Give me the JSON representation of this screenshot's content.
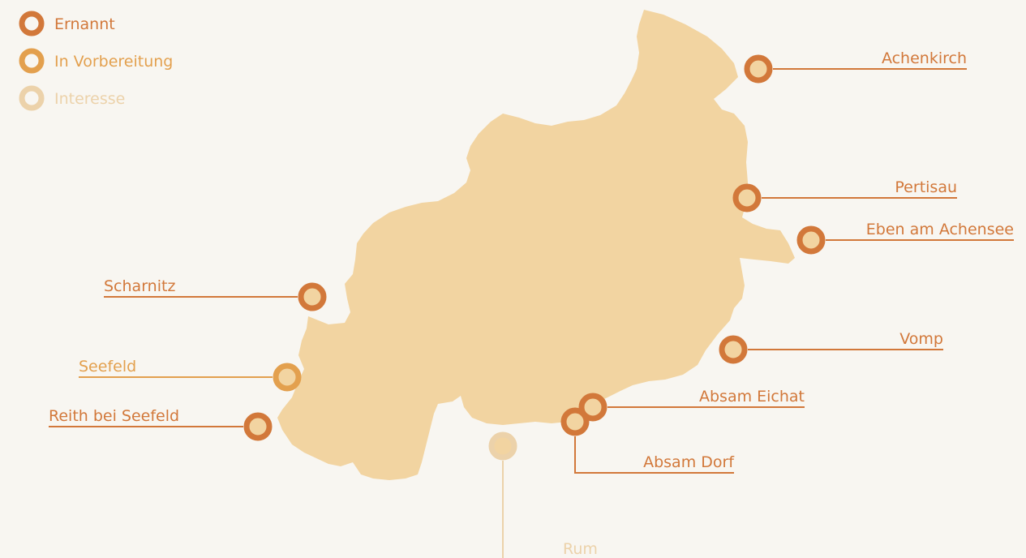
{
  "colors": {
    "background": "#f8f6f1",
    "region_fill": "#f2d4a1",
    "ernannt": "#d2783a",
    "in_vorbereitung": "#e3a04e",
    "interesse": "#ecd2aa"
  },
  "legend": [
    {
      "status": "ernannt",
      "label": "Ernannt"
    },
    {
      "status": "in_vorbereitung",
      "label": "In Vorbereitung"
    },
    {
      "status": "interesse",
      "label": "Interesse"
    }
  ],
  "places": [
    {
      "name": "Achenkirch",
      "status": "ernannt"
    },
    {
      "name": "Pertisau",
      "status": "ernannt"
    },
    {
      "name": "Eben am Achensee",
      "status": "ernannt"
    },
    {
      "name": "Scharnitz",
      "status": "ernannt"
    },
    {
      "name": "Vomp",
      "status": "ernannt"
    },
    {
      "name": "Seefeld",
      "status": "in_vorbereitung"
    },
    {
      "name": "Absam Eichat",
      "status": "ernannt"
    },
    {
      "name": "Reith bei Seefeld",
      "status": "ernannt"
    },
    {
      "name": "Absam Dorf",
      "status": "ernannt"
    },
    {
      "name": "Rum",
      "status": "interesse"
    }
  ]
}
